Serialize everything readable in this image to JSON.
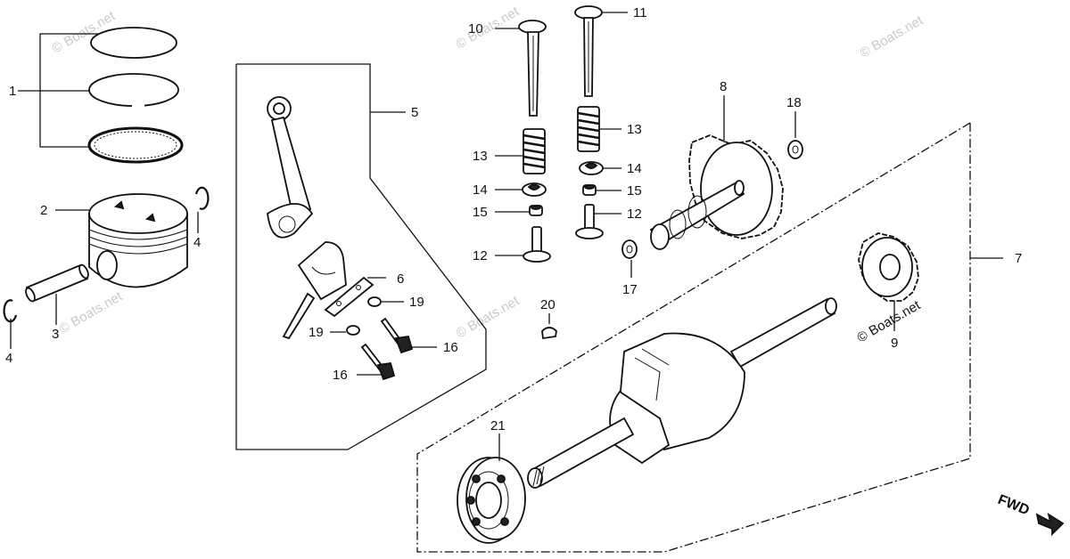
{
  "callouts": {
    "c1": "1",
    "c2": "2",
    "c3": "3",
    "c4a": "4",
    "c4b": "4",
    "c5": "5",
    "c6": "6",
    "c7": "7",
    "c8": "8",
    "c9": "9",
    "c10": "10",
    "c11": "11",
    "c12a": "12",
    "c12b": "12",
    "c13a": "13",
    "c13b": "13",
    "c14a": "14",
    "c14b": "14",
    "c15a": "15",
    "c15b": "15",
    "c16a": "16",
    "c16b": "16",
    "c17": "17",
    "c18": "18",
    "c19a": "19",
    "c19b": "19",
    "c20": "20",
    "c21": "21"
  },
  "watermarks": {
    "w1": "© Boats.net",
    "w2": "© Boats.net",
    "w3": "© Boats.net",
    "w4": "© Boats.net",
    "w5": "© Boats.net",
    "w6": "© Boats.net"
  },
  "fwd_label": "FWD",
  "colors": {
    "line": "#111111",
    "watermark": "#c9c9c9",
    "background": "#ffffff"
  }
}
